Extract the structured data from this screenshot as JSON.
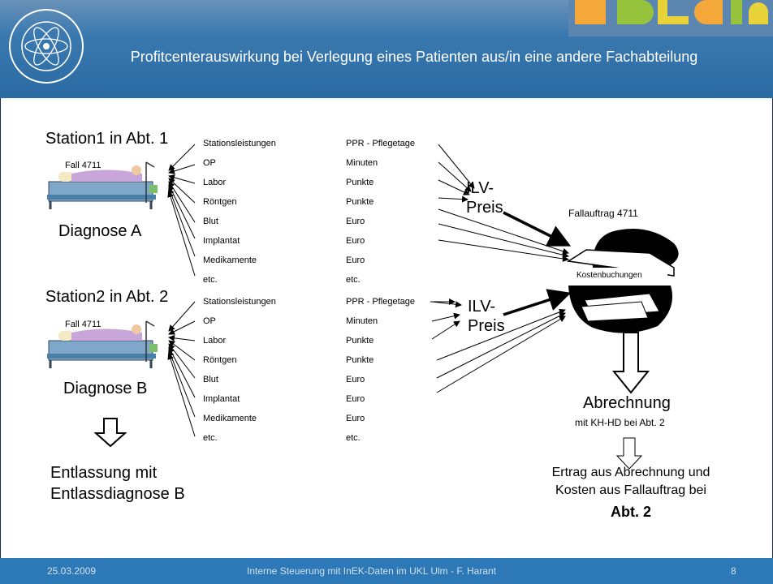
{
  "header": {
    "title": "Profitcenterauswirkung bei Verlegung eines Patienten aus/in eine andere Fachabteilung"
  },
  "footer": {
    "date": "25.03.2009",
    "center": "Interne Steuerung mit InEK-Daten im UKL Ulm - F. Harant",
    "page": "8"
  },
  "colors": {
    "header": "#2c6ea6",
    "footer": "#2d78b6",
    "deco_orange": "#f4a83a",
    "deco_green": "#96c23c",
    "deco_yellow": "#e9d33a"
  },
  "station1": {
    "title": "Station1 in Abt. 1",
    "fall": "Fall 4711",
    "diagnose": "Diagnose A",
    "leistungen": [
      "Stationsleistungen",
      "OP",
      "Labor",
      "Röntgen",
      "Blut",
      "Implantat",
      "Medikamente",
      "etc."
    ],
    "einheiten": [
      "PPR - Pflegetage",
      "Minuten",
      "Punkte",
      "Punkte",
      "Euro",
      "Euro",
      "Euro",
      "etc."
    ]
  },
  "station2": {
    "title": "Station2 in Abt. 2",
    "fall": "Fall 4711",
    "diagnose": "Diagnose B",
    "leistungen": [
      "Stationsleistungen",
      "OP",
      "Labor",
      "Röntgen",
      "Blut",
      "Implantat",
      "Medikamente",
      "etc."
    ],
    "einheiten": [
      "PPR - Pflegetage",
      "Minuten",
      "Punkte",
      "Punkte",
      "Euro",
      "Euro",
      "Euro",
      "etc."
    ]
  },
  "ilv1": {
    "line1": "ILV-",
    "line2": "Preis"
  },
  "ilv2": {
    "line1": "ILV-",
    "line2": "Preis"
  },
  "fallauftrag": {
    "label": "Fallauftrag 4711",
    "kosten": "Kostenbuchungen"
  },
  "abrechnung": {
    "title": "Abrechnung",
    "sub": "mit KH-HD bei Abt. 2"
  },
  "ertrag": {
    "line1": "Ertrag aus Abrechnung und",
    "line2": "Kosten aus Fallauftrag bei",
    "line3": "Abt. 2"
  },
  "entlassung": {
    "line1": "Entlassung mit",
    "line2": "Entlassdiagnose B"
  }
}
